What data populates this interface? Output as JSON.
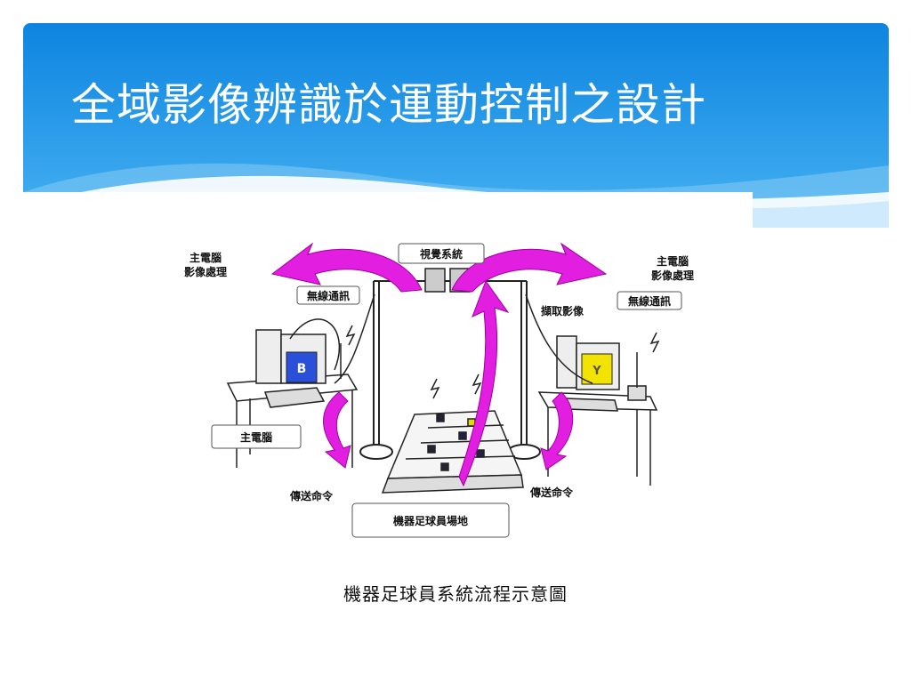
{
  "slide": {
    "title": "全域影像辨識於運動控制之設計",
    "caption": "機器足球員系統流程示意圖"
  },
  "diagram": {
    "labels": {
      "vision_system": "視覺系統",
      "capture_image": "擷取影像",
      "left_pc_image": "主電腦",
      "left_pc_image_2": "影像處理",
      "right_pc_image": "主電腦",
      "right_pc_image_2": "影像處理",
      "left_wireless": "無線通訊",
      "right_wireless": "無線通訊",
      "left_main_pc": "主電腦",
      "left_send_cmd": "傳送命令",
      "right_send_cmd": "傳送命令",
      "field": "機器足球員場地",
      "left_monitor_letter": "B",
      "right_monitor_letter": "Y"
    }
  },
  "colors": {
    "header_blue": "#1a8fe3",
    "arrow_magenta": "#e21ee0",
    "monitor_blue": "#2a4fd8",
    "monitor_yellow": "#f2e300"
  }
}
